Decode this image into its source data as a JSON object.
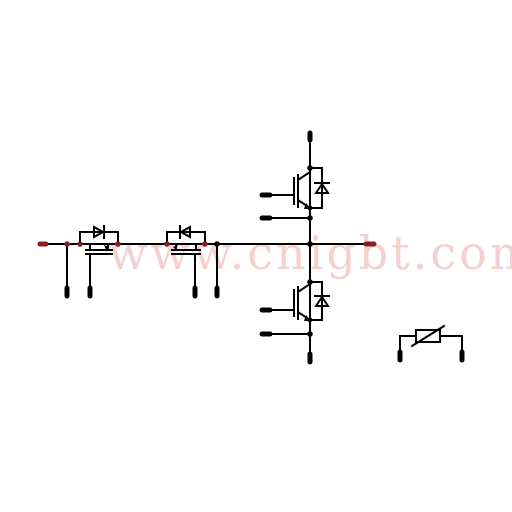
{
  "watermark": {
    "text": "www.cnigbt.com",
    "color": "#f4c8c8"
  },
  "colors": {
    "wire": "#000000",
    "terminal_left": "#8a1f1f",
    "terminal_right": "#8a1f1f",
    "background": "#ffffff"
  },
  "components": [
    {
      "name": "rectifier-igbt-1",
      "icon": "igbt-with-diode-icon"
    },
    {
      "name": "rectifier-igbt-2",
      "icon": "igbt-with-diode-icon"
    },
    {
      "name": "half-bridge-upper-igbt",
      "icon": "igbt-with-diode-icon"
    },
    {
      "name": "half-bridge-lower-igbt",
      "icon": "igbt-with-diode-icon"
    },
    {
      "name": "ntc-thermistor",
      "icon": "thermistor-icon"
    }
  ]
}
